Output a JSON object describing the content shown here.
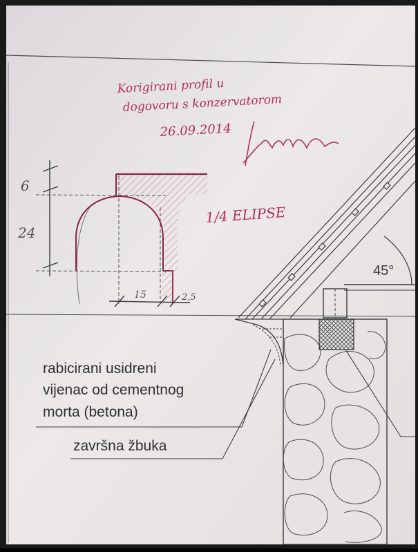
{
  "note": {
    "line1": "Korigirani profil u",
    "line2": "dogovoru s konzervatorom",
    "date": "26.09.2014"
  },
  "profile": {
    "label": "1/4 ELIPSE",
    "dim_top": "6",
    "dim_height": "24",
    "dim_width": "15",
    "dim_offset": "2,5"
  },
  "roof": {
    "angle": "45°"
  },
  "labels": {
    "cornice": [
      "rabicirani usidreni",
      "vijenac od cementnog",
      "morta (betona)"
    ],
    "plaster": "završna žbuka"
  },
  "colors": {
    "paper": "#ece8e6",
    "ink_red": "#b0305a",
    "pencil": "#555258",
    "print": "#3a3a40"
  }
}
